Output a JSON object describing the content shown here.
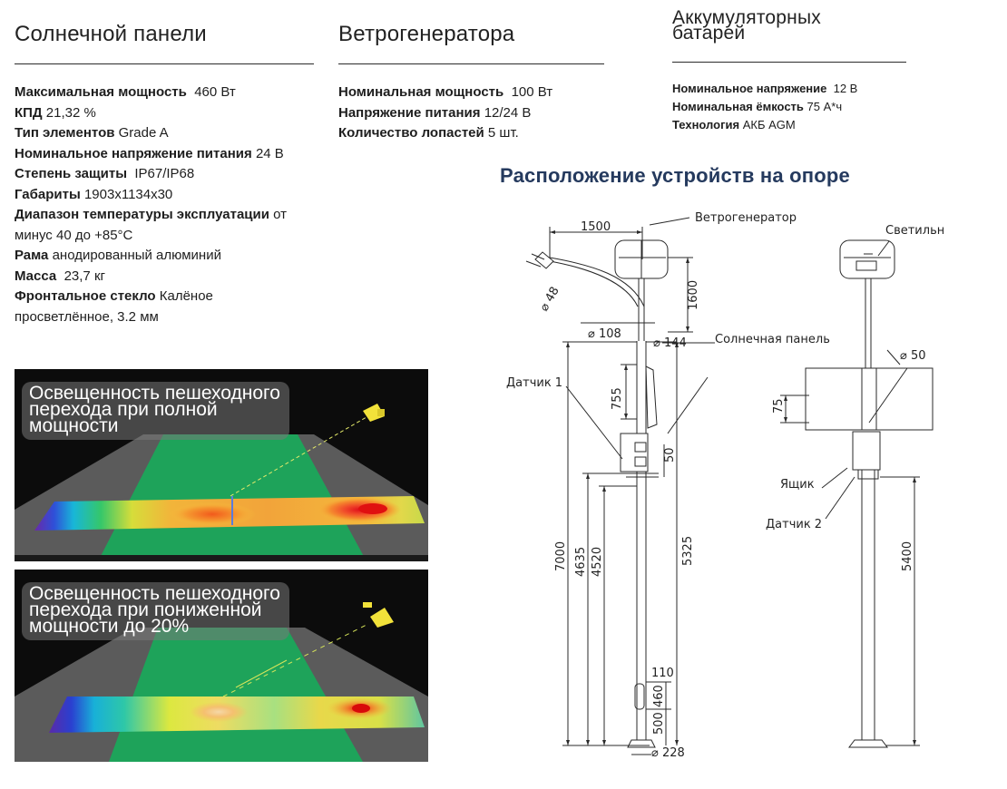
{
  "columns": [
    {
      "title": "Солнечной панели",
      "specs": [
        {
          "label": "Максимальная мощность",
          "value": "460 Вт"
        },
        {
          "label": "КПД",
          "value": "21,32 %"
        },
        {
          "label": "Тип элементов",
          "value": "Grade A"
        },
        {
          "label": "Номинальное напряжение питания",
          "value": "24 В"
        },
        {
          "label": "Степень защиты",
          "value": "IP67/IP68"
        },
        {
          "label": "Габариты",
          "value": "1903x1134x30"
        },
        {
          "label": "Диапазон температуры эксплуатации",
          "value": "от минус 40 до +85°C"
        },
        {
          "label": "Рама",
          "value": "анодированный алюминий"
        },
        {
          "label": "Масса",
          "value": "23,7 кг"
        },
        {
          "label": "Фронтальное стекло",
          "value": "Калёное просветлённое, 3.2 мм"
        }
      ]
    },
    {
      "title": "Ветрогенератора",
      "specs": [
        {
          "label": "Номинальная мощность",
          "value": "100 Вт"
        },
        {
          "label": "Напряжение питания",
          "value": "12/24 В"
        },
        {
          "label": "Количество лопастей",
          "value": "5 шт."
        }
      ]
    },
    {
      "title": "Аккумуляторных батарей",
      "specs": [
        {
          "label": "Номинальное напряжение",
          "value": "12 В"
        },
        {
          "label": "Номинальная ёмкость",
          "value": "75 А*ч"
        },
        {
          "label": "Технология",
          "value": "АКБ AGM"
        }
      ]
    }
  ],
  "placement_title": "Расположение устройств на опоре",
  "illumination": [
    {
      "label": "Освещенность пешеходного\nперехода при полной\nмощности"
    },
    {
      "label": "Освещенность пешеходного\nперехода при пониженной\nмощности до 20%"
    }
  ],
  "drawing": {
    "labels": {
      "wind": "Ветрогенератор",
      "lamp": "Светильник",
      "solar": "Солнечная панель",
      "sensor1": "Датчик 1",
      "sensor2": "Датчик 2",
      "box": "Ящик"
    },
    "dims": {
      "arm": "1500",
      "d48": "⌀ 48",
      "h1600": "1600",
      "d108": "⌀ 108",
      "d144": "⌀ 144",
      "h755": "755",
      "h50": "50",
      "h7000": "7000",
      "h4635": "4635",
      "h4520": "4520",
      "h5325": "5325",
      "w110": "110",
      "h460": "460",
      "h500": "500",
      "d228": "⌀ 228",
      "d50": "⌀ 50",
      "h75": "75",
      "h5400": "5400"
    }
  },
  "colors": {
    "section_title": "#253a5e",
    "crosswalk_green": "#1ea35a",
    "road_gray": "#5a5a5a"
  }
}
